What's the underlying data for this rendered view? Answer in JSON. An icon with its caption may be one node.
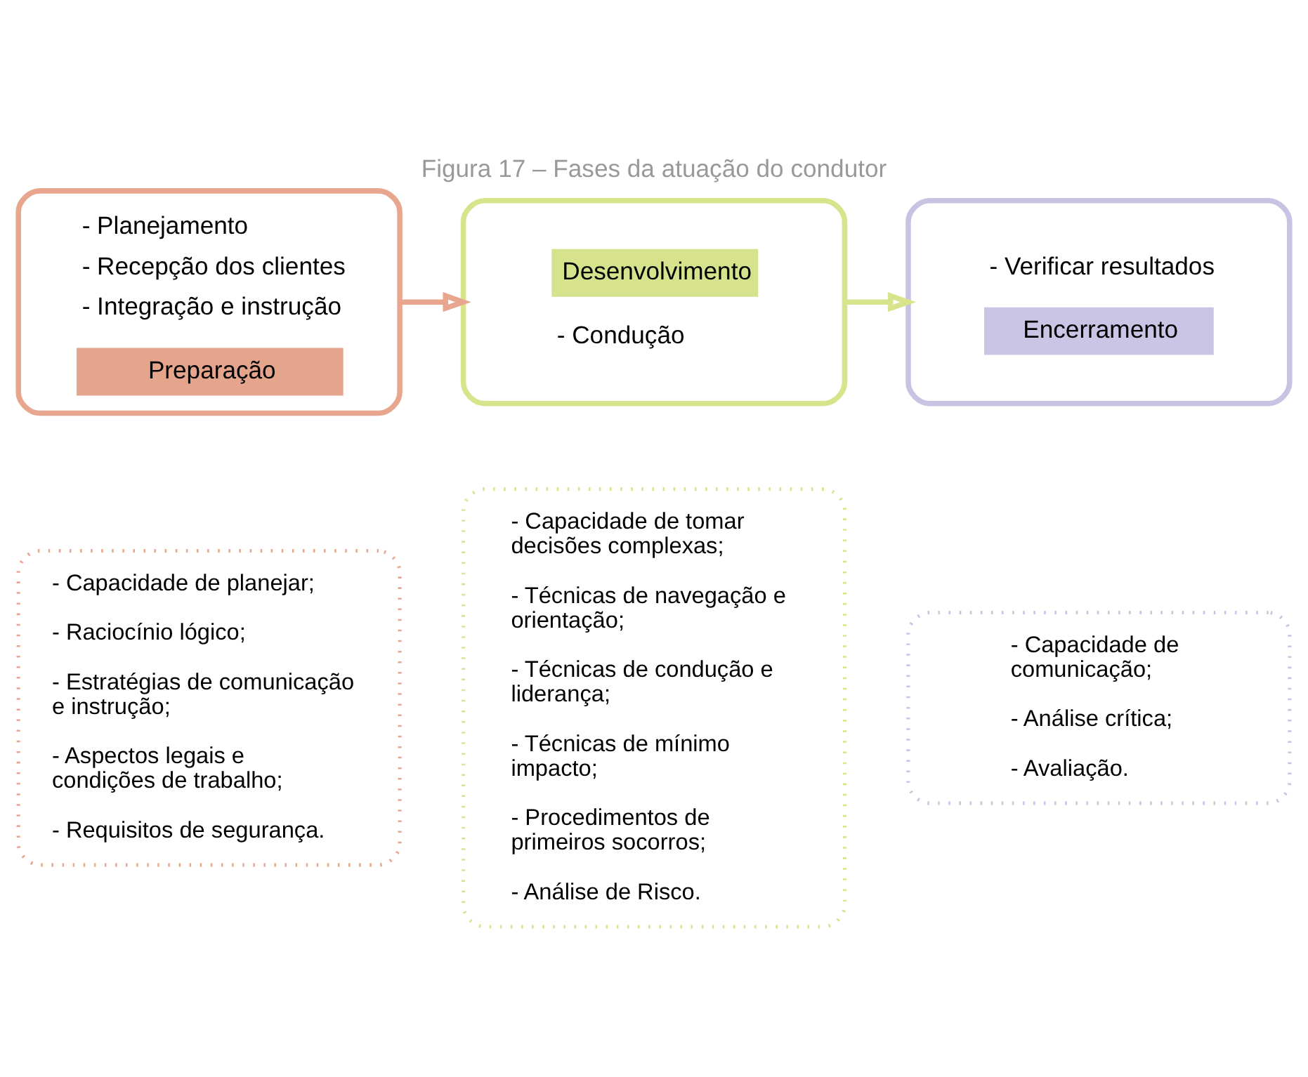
{
  "diagram": {
    "title": "Figura 17 – Fases da atuação do condutor",
    "nodes": [
      {
        "text": [
          "- Planejamento",
          "- Recepção dos clientes",
          "- Integração e instrução",
          "Preparação"
        ]
      },
      {
        "text": [
          "Desenvolvimento",
          "- Condução"
        ]
      },
      {
        "text": [
          "- Verificar resultados",
          "Encerramento"
        ]
      },
      {
        "text": [
          "- Capacidade de planejar;",
          "- Raciocínio lógico;",
          "- Estratégias de comunicação e instrução;",
          "- Aspectos legais e condições de trabalho;",
          "- Requisitos de segurança."
        ]
      },
      {
        "text": [
          "- Capacidade de tomar decisões complexas;",
          "- Técnicas de navegação e orientação;",
          "- Técnicas de condução e liderança;",
          "- Técnicas de mínimo impacto;",
          "- Procedimentos de primeiros socorros;",
          "- Análise de Risco."
        ]
      },
      {
        "text": [
          "- Capacidade de comunicação;",
          "- Análise crítica;",
          "- Avaliação."
        ]
      }
    ],
    "edges": [
      {
        "from": 0,
        "to": 1,
        "arrow": "to",
        "color": "#e8a68e"
      },
      {
        "from": 1,
        "to": 2,
        "arrow": "to",
        "color": "#d8e48c"
      }
    ]
  }
}
